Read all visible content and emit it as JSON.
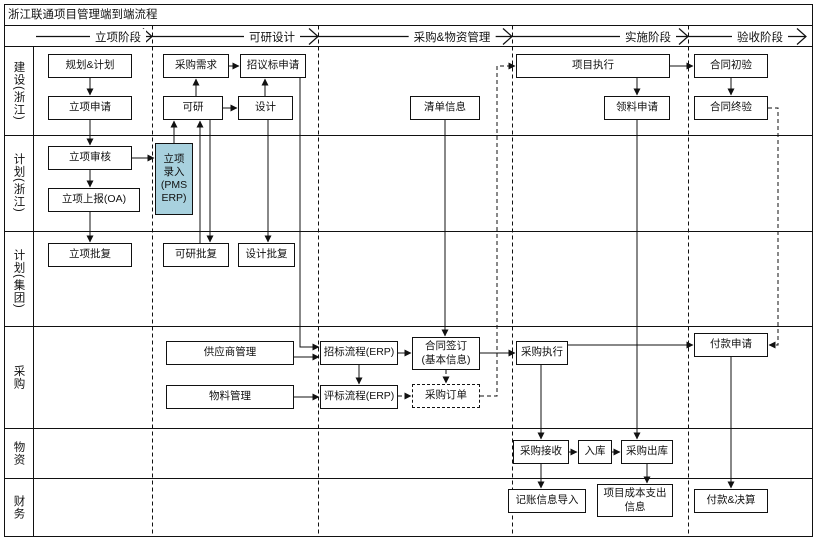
{
  "title": "浙江联通项目管理端到端流程",
  "phases": [
    {
      "label": "立项阶段"
    },
    {
      "label": "可研设计"
    },
    {
      "label": "采购&物资管理"
    },
    {
      "label": "实施阶段"
    },
    {
      "label": "验收阶段"
    }
  ],
  "lanes": [
    {
      "label": "建设(浙江)"
    },
    {
      "label": "计划(浙江)"
    },
    {
      "label": "计划(集团)"
    },
    {
      "label": "采购"
    },
    {
      "label": "物资"
    },
    {
      "label": "财务"
    }
  ],
  "nodes": {
    "planning": {
      "label": "规划&计划"
    },
    "initiation_request": {
      "label": "立项申请"
    },
    "procure_demand": {
      "label": "采购需求"
    },
    "bid_request": {
      "label": "招议标申请"
    },
    "feasibility": {
      "label": "可研"
    },
    "design": {
      "label": "设计"
    },
    "list_info": {
      "label": "清单信息"
    },
    "project_exec": {
      "label": "项目执行"
    },
    "material_request": {
      "label": "领料申请"
    },
    "contract_initial_check": {
      "label": "合同初验"
    },
    "contract_final_check": {
      "label": "合同终验"
    },
    "initiation_review": {
      "label": "立项审核"
    },
    "initiation_report": {
      "label": "立项上报(OA)"
    },
    "initiation_entry": {
      "label": "立项录入(PMS ERP)",
      "display": "立项\n录入\n(PMS\nERP)"
    },
    "initiation_approval": {
      "label": "立项批复"
    },
    "feasibility_approval": {
      "label": "可研批复"
    },
    "design_approval": {
      "label": "设计批复"
    },
    "supplier_mgmt": {
      "label": "供应商管理"
    },
    "material_mgmt": {
      "label": "物料管理"
    },
    "bidding_process": {
      "label": "招标流程(ERP)"
    },
    "evaluation_process": {
      "label": "评标流程(ERP)"
    },
    "contract_sign": {
      "label": "合同签订(基本信息)",
      "display": "合同签订\n(基本信息)"
    },
    "purchase_order": {
      "label": "采购订单"
    },
    "purchase_exec": {
      "label": "采购执行"
    },
    "payment_request": {
      "label": "付款申请"
    },
    "purchase_receive": {
      "label": "采购接收"
    },
    "warehouse_in": {
      "label": "入库"
    },
    "purchase_out": {
      "label": "采购出库"
    },
    "accounting_import": {
      "label": "记账信息导入"
    },
    "project_cost_info": {
      "label": "项目成本支出信息",
      "display": "项目成本支出\n信息"
    },
    "payment_settlement": {
      "label": "付款&决算"
    }
  },
  "colors": {
    "highlight": "#a8d1de",
    "line": "#111111",
    "background": "#ffffff"
  }
}
